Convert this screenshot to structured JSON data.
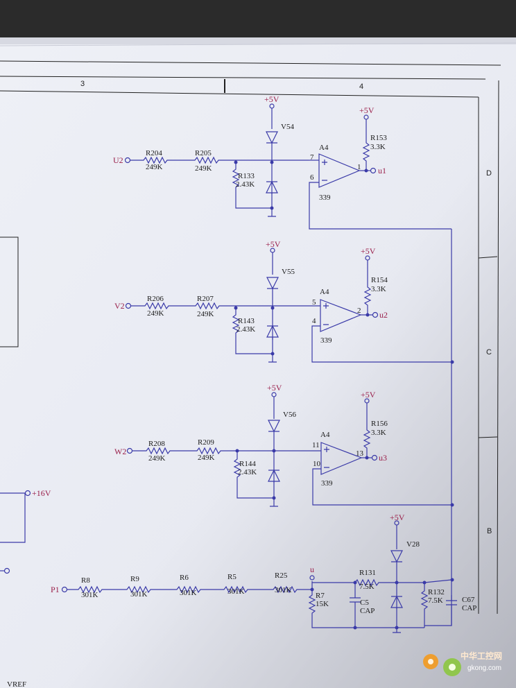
{
  "frame": {
    "columns": [
      "3",
      "4"
    ],
    "rows": [
      "D",
      "C",
      "B"
    ],
    "vref_label": "VREF"
  },
  "stages": [
    {
      "input": "U2",
      "r_first": {
        "ref": "R204",
        "val": "249K"
      },
      "r_second": {
        "ref": "R205",
        "val": "249K"
      },
      "r_shunt": {
        "ref": "R133",
        "val": "2.43K"
      },
      "diode": "V54",
      "supply_diode": "+5V",
      "opamp": "A4",
      "pin_plus": "7",
      "pin_minus": "6",
      "pin_out": "1",
      "opamp_part": "339",
      "pullup": {
        "ref": "R153",
        "val": "3.3K"
      },
      "supply_pullup": "+5V",
      "output": "u1"
    },
    {
      "input": "V2",
      "r_first": {
        "ref": "R206",
        "val": "249K"
      },
      "r_second": {
        "ref": "R207",
        "val": "249K"
      },
      "r_shunt": {
        "ref": "R143",
        "val": "2.43K"
      },
      "diode": "V55",
      "supply_diode": "+5V",
      "opamp": "A4",
      "pin_plus": "5",
      "pin_minus": "4",
      "pin_out": "2",
      "opamp_part": "339",
      "pullup": {
        "ref": "R154",
        "val": "3.3K"
      },
      "supply_pullup": "+5V",
      "output": "u2"
    },
    {
      "input": "W2",
      "r_first": {
        "ref": "R208",
        "val": "249K"
      },
      "r_second": {
        "ref": "R209",
        "val": "249K"
      },
      "r_shunt": {
        "ref": "R144",
        "val": "2.43K"
      },
      "diode": "V56",
      "supply_diode": "+5V",
      "opamp": "A4",
      "pin_plus": "11",
      "pin_minus": "10",
      "pin_out": "13",
      "opamp_part": "339",
      "pullup": {
        "ref": "R156",
        "val": "3.3K"
      },
      "supply_pullup": "+5V",
      "output": "u3"
    }
  ],
  "ref_chain": {
    "input": "P1",
    "resistors": [
      {
        "ref": "R8",
        "val": "301K"
      },
      {
        "ref": "R9",
        "val": "301K"
      },
      {
        "ref": "R6",
        "val": "301K"
      },
      {
        "ref": "R5",
        "val": "301K"
      },
      {
        "ref": "R25",
        "val": "301K"
      }
    ],
    "node": "u",
    "r7": {
      "ref": "R7",
      "val": "15K"
    },
    "c5": {
      "ref": "C5",
      "val": "CAP"
    },
    "r131": {
      "ref": "R131",
      "val": "7.5K"
    },
    "v28": "V28",
    "supply": "+5V",
    "r132": {
      "ref": "R132",
      "val": "7.5K"
    },
    "c67": {
      "ref": "C67",
      "val": "CAP"
    }
  },
  "left_supply": "+16V",
  "watermark": {
    "cn": "中华工控网",
    "url": "gkong.com"
  },
  "colors": {
    "wire": "#3a3aa8",
    "port": "#9a1f4a",
    "paper": "#e9ebf3"
  }
}
